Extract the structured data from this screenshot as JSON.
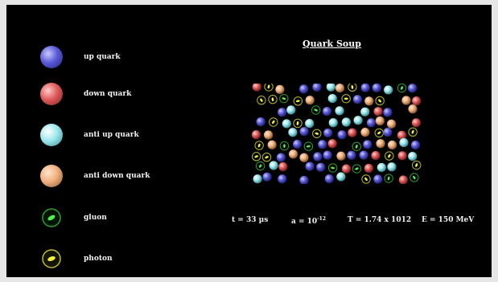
{
  "title": "Quark Soup",
  "legend": [
    {
      "label": "up quark",
      "icon": "up-quark-sphere-icon",
      "color": "#5a5ad8"
    },
    {
      "label": "down quark",
      "icon": "down-quark-sphere-icon",
      "color": "#e05a5a"
    },
    {
      "label": "anti up quark",
      "icon": "anti-up-quark-sphere-icon",
      "color": "#9be8ec"
    },
    {
      "label": "anti down quark",
      "icon": "anti-down-quark-sphere-icon",
      "color": "#f0b080"
    },
    {
      "label": "gluon",
      "icon": "gluon-ring-icon",
      "color": "#3fd43f"
    },
    {
      "label": "photon",
      "icon": "photon-ring-icon",
      "color": "#e8e83a"
    }
  ],
  "stats": {
    "time": "t = 33 µs",
    "a_prefix": "a = 10",
    "a_exp": "-12",
    "temperature": "T = 1.74 x 1012",
    "energy": "E = 150 MeV"
  }
}
